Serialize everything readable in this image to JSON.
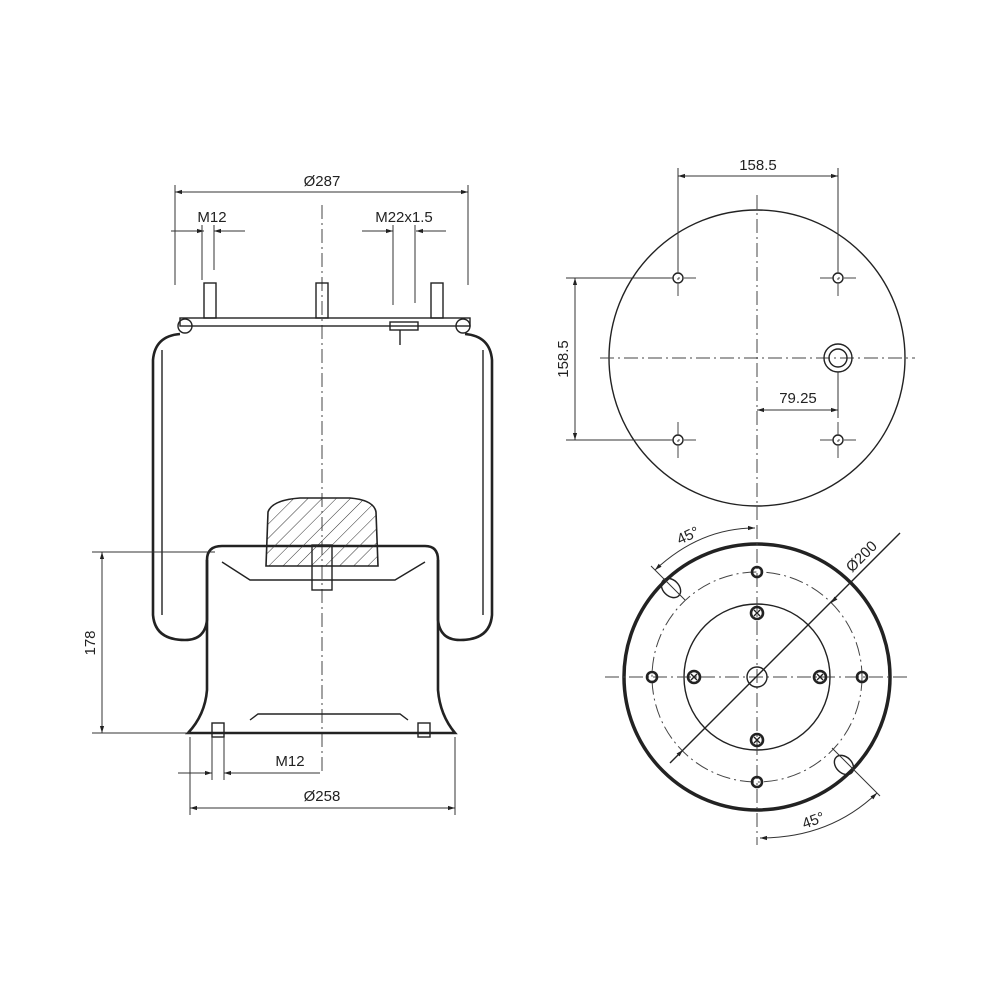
{
  "side_view": {
    "top_diameter": "Ø287",
    "top_thread_left": "M12",
    "top_thread_right": "M22x1.5",
    "height": "178",
    "bottom_thread": "M12",
    "bottom_diameter": "Ø258"
  },
  "top_view": {
    "hole_spacing_horizontal": "158.5",
    "hole_spacing_vertical": "158.5",
    "air_inlet_offset": "79.25"
  },
  "bottom_view": {
    "angle_top": "45°",
    "angle_bottom": "45°",
    "bolt_circle_diameter": "Ø200"
  },
  "colors": {
    "line": "#222222",
    "background": "#ffffff"
  }
}
